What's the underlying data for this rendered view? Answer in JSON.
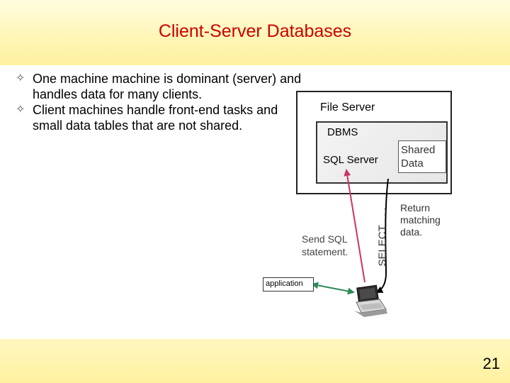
{
  "slide": {
    "title": "Client-Server Databases",
    "page_number": "21"
  },
  "bullets": [
    "One machine machine is dominant (server) and handles data for many clients.",
    "Client machines handle front-end tasks and small data tables that are not shared."
  ],
  "bullet_glyph": "✧",
  "diagram": {
    "file_server": "File Server",
    "dbms": "DBMS",
    "sql_server": "SQL Server",
    "shared_line1": "Shared",
    "shared_line2": "Data",
    "send_line1": "Send SQL",
    "send_line2": "statement.",
    "select": "SELECT . . .",
    "return_line1": "Return",
    "return_line2": "matching",
    "return_line3": "data.",
    "application": "application"
  },
  "colors": {
    "title": "#cc0000",
    "send_arrow": "#cc3366",
    "app_arrow": "#2e8b57"
  },
  "icons": [
    "computer-icon"
  ]
}
